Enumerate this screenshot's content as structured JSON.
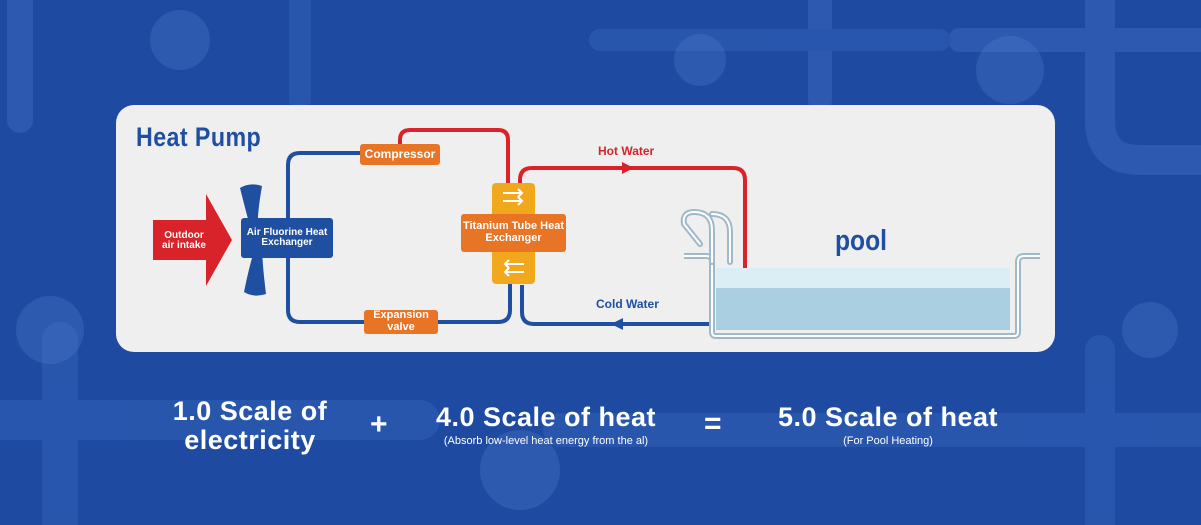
{
  "title": "Heat Pump",
  "components": {
    "outdoor_air_intake": "Outdoor air intake",
    "air_fluorine_exchanger": "Air Fluorine Heat Exchanger",
    "compressor": "Compressor",
    "expansion_valve": "Expansion valve",
    "titanium_exchanger": "Titanium Tube Heat Exchanger",
    "pool": "pool"
  },
  "flows": {
    "hot_water": "Hot Water",
    "cold_water": "Cold Water"
  },
  "equation": {
    "term1_line1": "1.0 Scale of",
    "term1_line2": "electricity",
    "plus": "+",
    "term2": "4.0 Scale of heat",
    "term2_note": "(Absorb low-level heat energy from the al)",
    "equals": "=",
    "result": "5.0 Scale of heat",
    "result_note": "(For Pool Heating)"
  },
  "colors": {
    "background": "#1e4aa2",
    "card": "#efefef",
    "hot_pipe": "#d8232a",
    "cold_pipe": "#1f4fa0",
    "orange": "#e87425",
    "yellow": "#f2a81d"
  }
}
